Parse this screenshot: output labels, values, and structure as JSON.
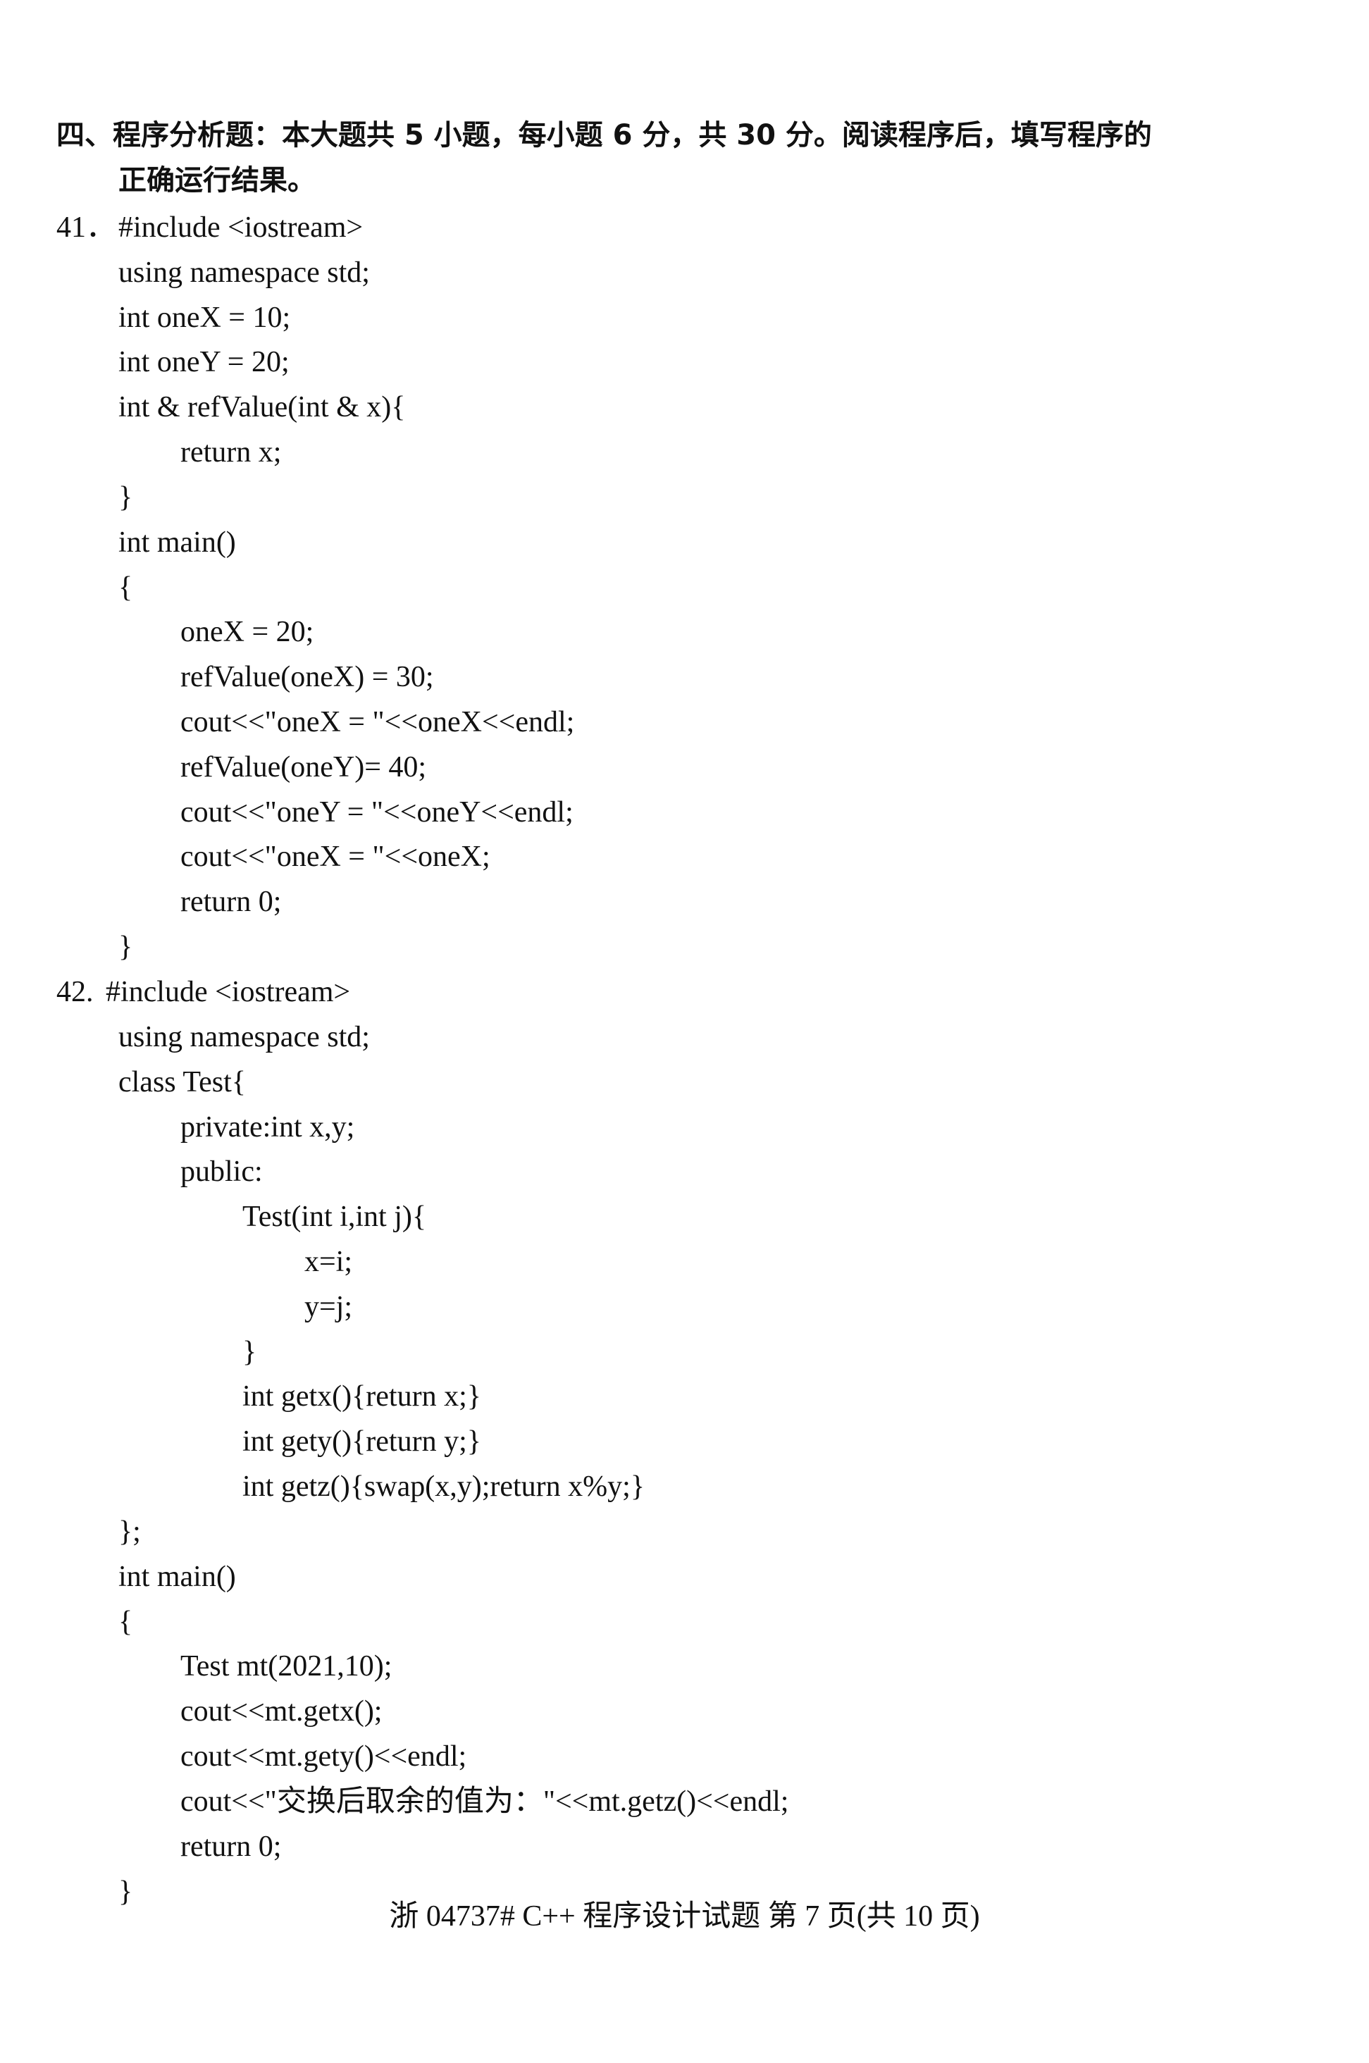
{
  "section": {
    "line1": "四、程序分析题：本大题共 5 小题，每小题 6 分，共 30 分。阅读程序后，填写程序的",
    "line2": "正确运行结果。"
  },
  "questions": [
    {
      "number": "41．",
      "lines": [
        "#include <iostream>",
        "using namespace std;",
        "int oneX = 10;",
        "int oneY = 20;",
        "int & refValue(int & x){",
        "return x;",
        "}",
        "int main()",
        "{",
        "oneX = 20;",
        "refValue(oneX) = 30;",
        "cout<<\"oneX = \"<<oneX<<endl;",
        "refValue(oneY)= 40;",
        "cout<<\"oneY = \"<<oneY<<endl;",
        "cout<<\"oneX = \"<<oneX;",
        "return 0;",
        "}"
      ]
    },
    {
      "number": "42.",
      "lines": [
        "#include <iostream>",
        "using namespace std;",
        "class Test{",
        "private:int x,y;",
        "public:",
        "Test(int i,int j){",
        "x=i;",
        "y=j;",
        "}",
        "int getx(){return x;}",
        "int gety(){return y;}",
        "int getz(){swap(x,y);return x%y;}",
        "};",
        "int main()",
        "{",
        "Test mt(2021,10);",
        "cout<<mt.getx();",
        "cout<<mt.gety()<<endl;",
        "cout<<\"交换后取余的值为：\"<<mt.getz()<<endl;",
        "return 0;",
        "}"
      ]
    }
  ],
  "footer": "浙 04737# C++ 程序设计试题 第 7 页(共 10 页)"
}
